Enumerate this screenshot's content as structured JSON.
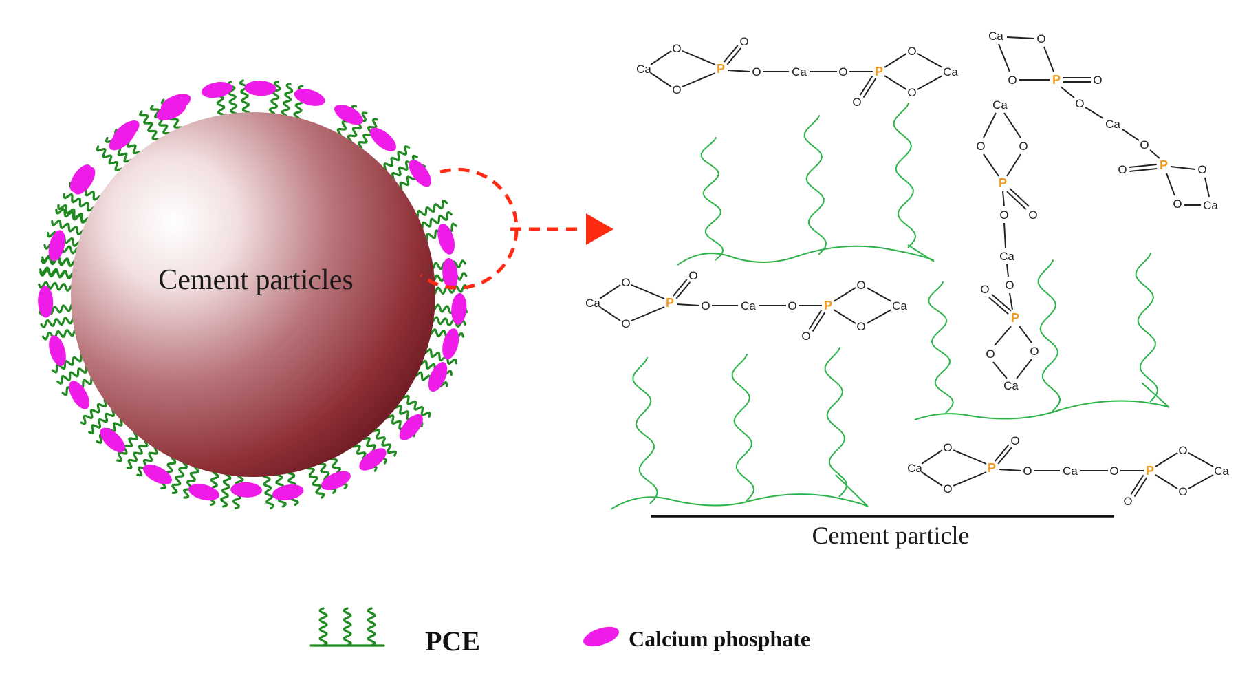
{
  "labels": {
    "particles": "Cement particles",
    "particle": "Cement particle"
  },
  "chem": {
    "ca": "Ca",
    "o": "O",
    "p": "P"
  },
  "legend": {
    "pce": "PCE",
    "calcium_phosphate": "Calcium phosphate"
  },
  "colors": {
    "particle": "#8b2a33",
    "pce": "#1f8a1f",
    "polymer": "#2db34a",
    "calcium_phosphate": "#ee1be9",
    "phosphorus": "#f29a1e",
    "arrow": "#ff2a12"
  }
}
